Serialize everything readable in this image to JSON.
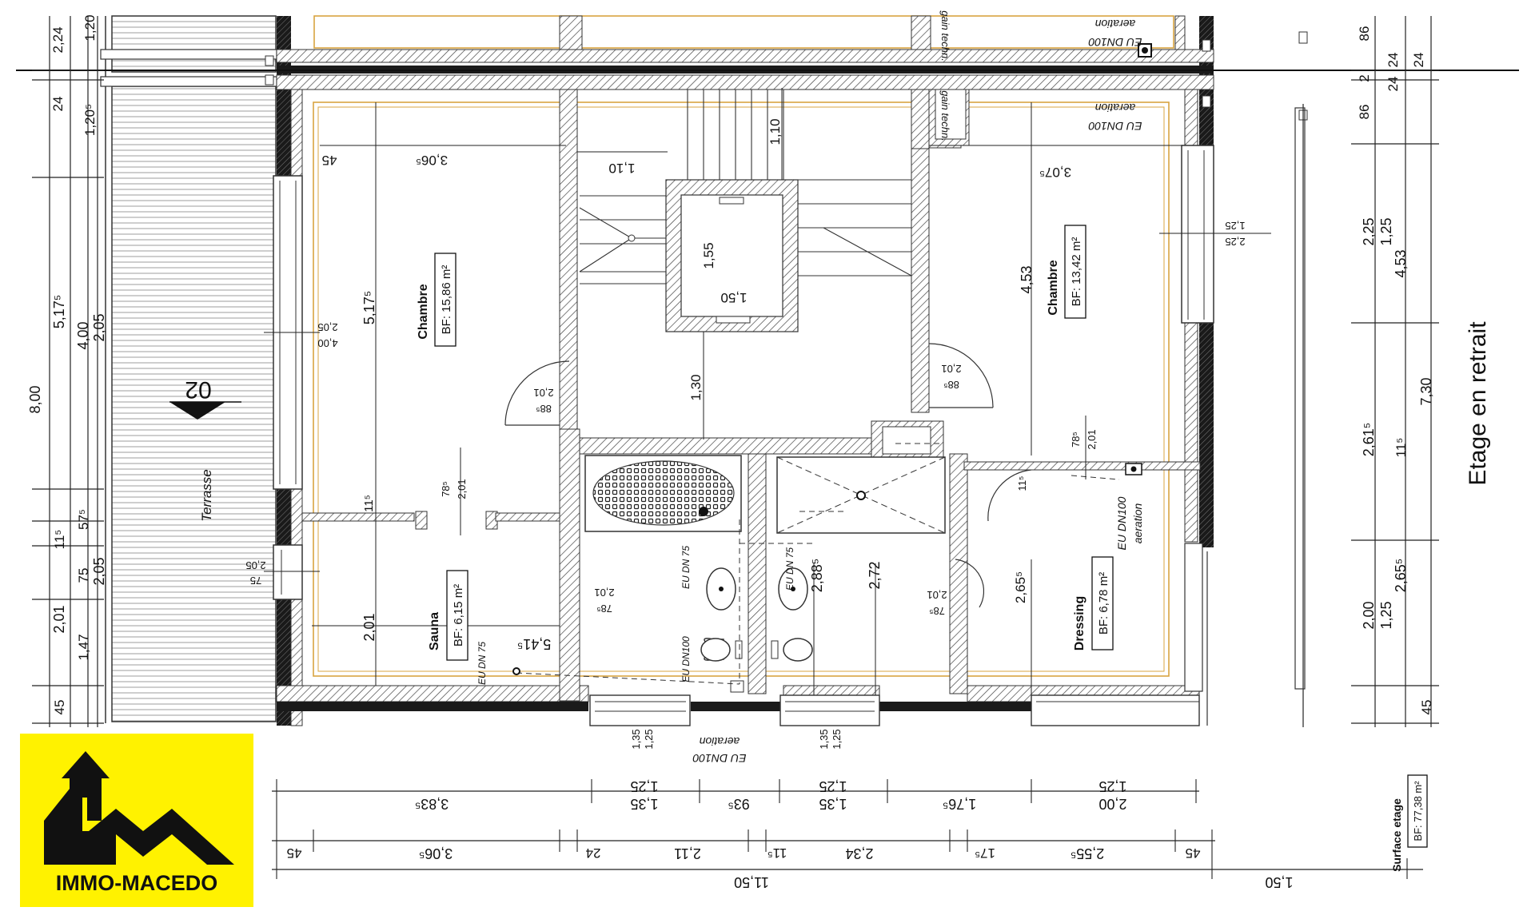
{
  "plan": {
    "floor_title": "Etage en retrait",
    "terrace": {
      "name": "Terrasse",
      "marker": "02"
    },
    "rooms": [
      {
        "id": "chambre_left",
        "name": "Chambre",
        "area": "BF: 15,86 m²"
      },
      {
        "id": "chambre_right",
        "name": "Chambre",
        "area": "BF: 13,42 m²"
      },
      {
        "id": "sauna",
        "name": "Sauna",
        "area": "BF: 6,15 m²"
      },
      {
        "id": "dressing",
        "name": "Dressing",
        "area": "BF: 6,78 m²"
      }
    ],
    "surface": {
      "label": "Surface etage",
      "value": "BF: 77,38 m²"
    },
    "technical_labels": {
      "eu_dn100_aeration": "EU DN100",
      "aeration": "aeration",
      "eu_dn75": "EU DN 75",
      "eu_dn100": "EU DN100",
      "gain_techn": "gain techn."
    },
    "dims": {
      "left_outer": [
        "8,00"
      ],
      "left_mid": [
        "5,17⁵",
        "11⁵",
        "2,01",
        "45"
      ],
      "left_inner": [
        "4,00",
        "57⁵",
        "75",
        "1,47"
      ],
      "left_inner2": [
        "2,05",
        "2,05"
      ],
      "left_top": [
        "24",
        "2,24",
        "1,20⁵",
        "1,20"
      ],
      "right_outer": [
        "7,30",
        "45"
      ],
      "right_mid": [
        "4,53",
        "11⁵",
        "2,65⁵"
      ],
      "right_inner": [
        "2,25",
        "1,25",
        "2,61⁵",
        "2,00",
        "1,25"
      ],
      "right_top": [
        "86",
        "2",
        "86",
        "24",
        "24",
        "24"
      ],
      "inner": {
        "chambre_left_h": "5,17⁵",
        "chambre_left_w": "3,06⁵",
        "chambre_left_45": "45",
        "stair_110a": "1,10",
        "stair_110b": "1,10",
        "lift_155": "1,55",
        "lift_150": "1,50",
        "hall_130": "1,30",
        "chambre_right_h": "4,53",
        "chambre_right_w": "3,07⁵",
        "win_left_a": "2,05",
        "win_left_b": "4,00",
        "win_left_c": "2,05",
        "win_left_d": "75",
        "win_right_a": "1,25",
        "win_right_b": "2,25",
        "door_a": "2,01",
        "door_b": "88⁵",
        "door_c": "2,01",
        "door_d": "88⁵",
        "door_e": "78⁵",
        "door_f": "2,01",
        "door_g": "2,01",
        "door_h": "78⁵",
        "door_i": "2,01",
        "door_j": "78⁵",
        "door_k": "2,01",
        "door_l": "78⁵",
        "sauna_h": "2,01",
        "sauna_11": "11⁵",
        "sauna_541": "5,41⁵",
        "bath_288": "2,88⁵",
        "shower_272": "2,72",
        "dressing_265": "2,65⁵",
        "dressing_11": "11⁵",
        "bottom_win_a": "1,35",
        "bottom_win_b": "1,25",
        "bottom_win_c": "1,35",
        "bottom_win_d": "1,25"
      },
      "bottom_row1": [
        "3,83⁵",
        "1,35",
        "1,25",
        "93⁵",
        "1,35",
        "1,25",
        "1,76⁵",
        "2,00",
        "1,25"
      ],
      "bottom_row2": [
        "45",
        "3,06⁵",
        "24",
        "2,11",
        "11⁵",
        "2,34",
        "17⁵",
        "2,55⁵",
        "45"
      ],
      "bottom_row3": [
        "11,50",
        "1,50"
      ]
    }
  },
  "logo": {
    "brand": "IMMO-MACEDO",
    "colors": {
      "background": "#fff200",
      "mark": "#111111"
    }
  },
  "colors": {
    "wall": "#1a1a1a",
    "hatch": "#444444",
    "insulation": "#d9a441",
    "terrace_lines": "#9a9a9a"
  }
}
